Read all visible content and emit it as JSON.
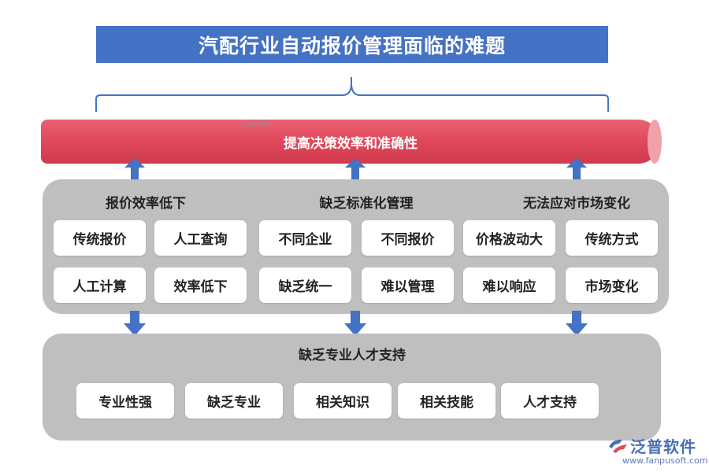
{
  "title": "汽配行业自动报价管理面临的难题",
  "top_bar": {
    "label": "提高决策效率和准确性",
    "watermark": "泛普软件"
  },
  "groups": [
    {
      "title": "报价效率低下",
      "items": [
        "传统报价",
        "人工查询",
        "人工计算",
        "效率低下"
      ]
    },
    {
      "title": "缺乏标准化管理",
      "items": [
        "不同企业",
        "不同报价",
        "缺乏统一",
        "难以管理"
      ]
    },
    {
      "title": "无法应对市场变化",
      "items": [
        "价格波动大",
        "传统方式",
        "难以响应",
        "市场变化"
      ]
    }
  ],
  "bottom": {
    "title": "缺乏专业人才支持",
    "items": [
      "专业性强",
      "缺乏专业",
      "相关知识",
      "相关技能",
      "人才支持"
    ]
  },
  "logo": {
    "name": "泛普软件",
    "url": "www.fanpusoft.com",
    "icon": "fanpu-logo-icon"
  },
  "colors": {
    "title_bg": "#4472c4",
    "bar": "#e14a5c",
    "panel": "#bfbfbf",
    "arrow": "#4472c4"
  }
}
